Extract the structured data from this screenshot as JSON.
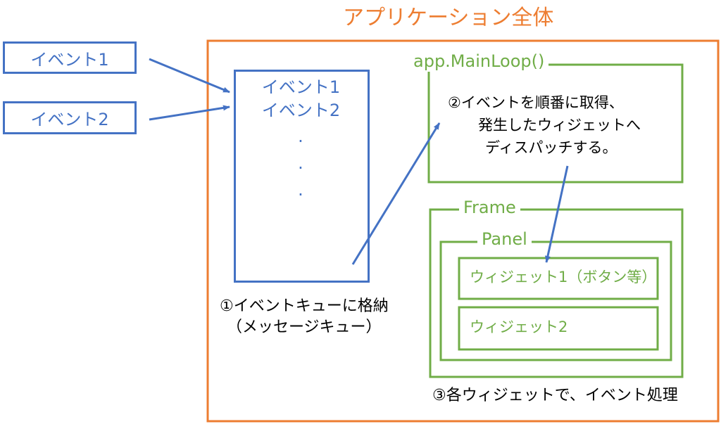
{
  "app_title": "アプリケーション全体",
  "input_events": [
    "イベント1",
    "イベント2"
  ],
  "queue": {
    "items": [
      "イベント1",
      "イベント2"
    ],
    "dots": [
      ".",
      ".",
      "."
    ],
    "caption_lines": [
      "①イベントキューに格納",
      "（メッセージキュー）"
    ]
  },
  "mainloop": {
    "label": "app.MainLoop()",
    "description_lines": [
      "②イベントを順番に取得、",
      "発生したウィジェットへ",
      "ディスパッチする。"
    ]
  },
  "frame": {
    "label": "Frame"
  },
  "panel": {
    "label": "Panel"
  },
  "widgets": [
    "ウィジェット1（ボタン等）",
    "ウィジェット2"
  ],
  "widgets_caption": "③各ウィジェットで、イベント処理",
  "colors": {
    "application_border": "#ED7D31",
    "event": "#4472C4",
    "widget": "#70AD47",
    "text": "#000000"
  }
}
